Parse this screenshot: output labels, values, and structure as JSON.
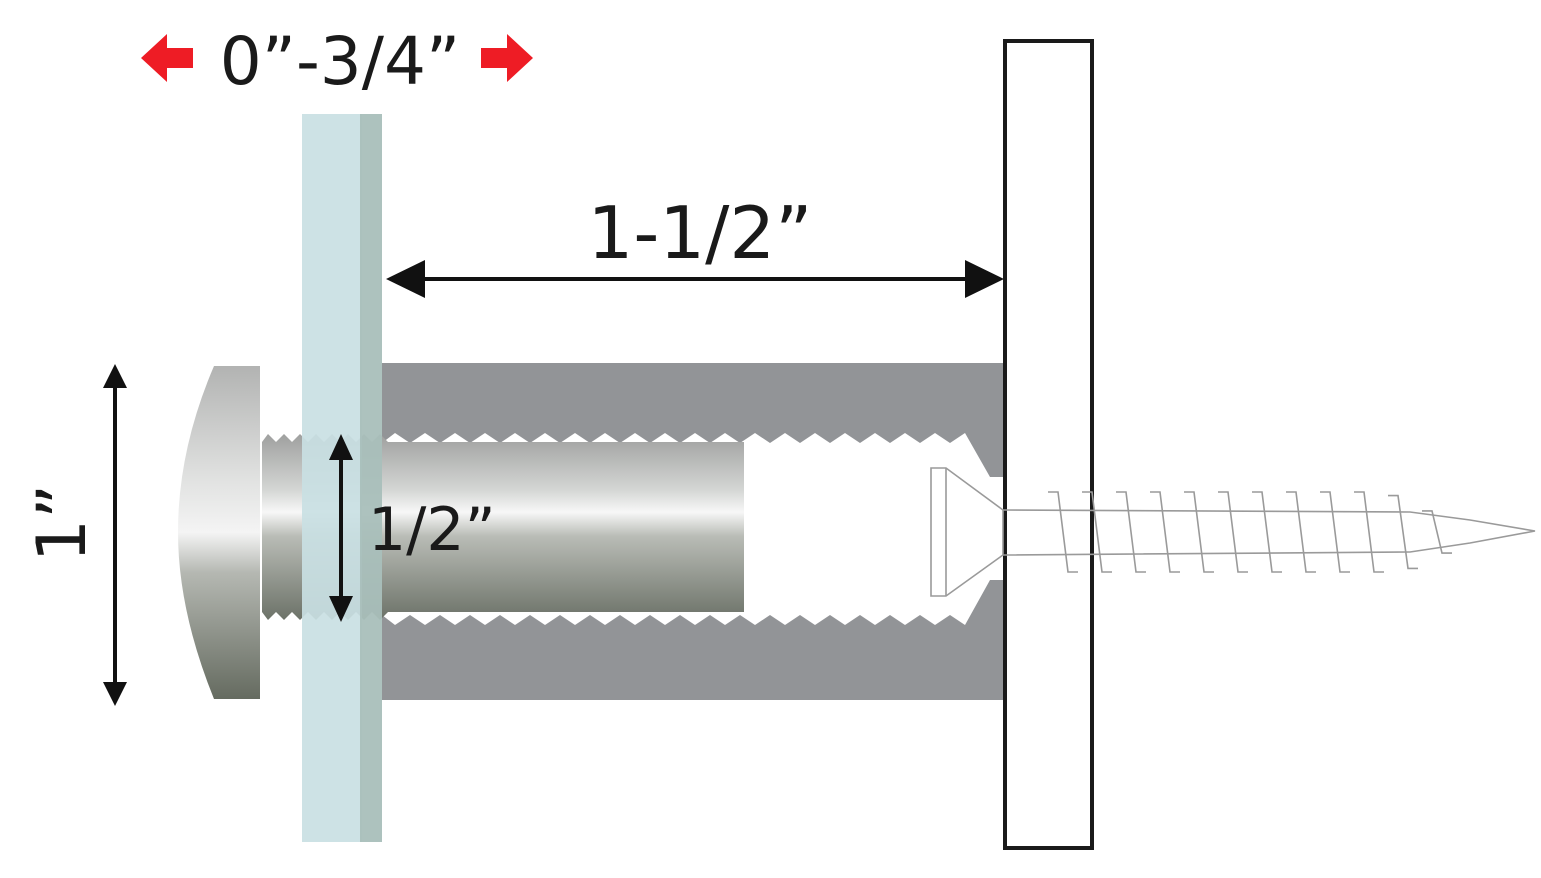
{
  "labels": {
    "glass_thickness": "0”-3/4”",
    "standoff_length": "1-1/2”",
    "head_diameter": "1”",
    "bolt_diameter": "1/2”"
  },
  "colors": {
    "glass_light": "#c9dfe3",
    "glass_edge": "#a9bfba",
    "barrel": "#929497",
    "cap_light": "#f1f1f1",
    "cap_dark": "#6b7166",
    "range_arrow": "#ee1c25",
    "dimension_line": "#111111",
    "screw": "#9a9a9a"
  },
  "icons": {
    "range_arrows": "red-arrow-icon",
    "dimension_arrows": "arrowhead-icon"
  }
}
